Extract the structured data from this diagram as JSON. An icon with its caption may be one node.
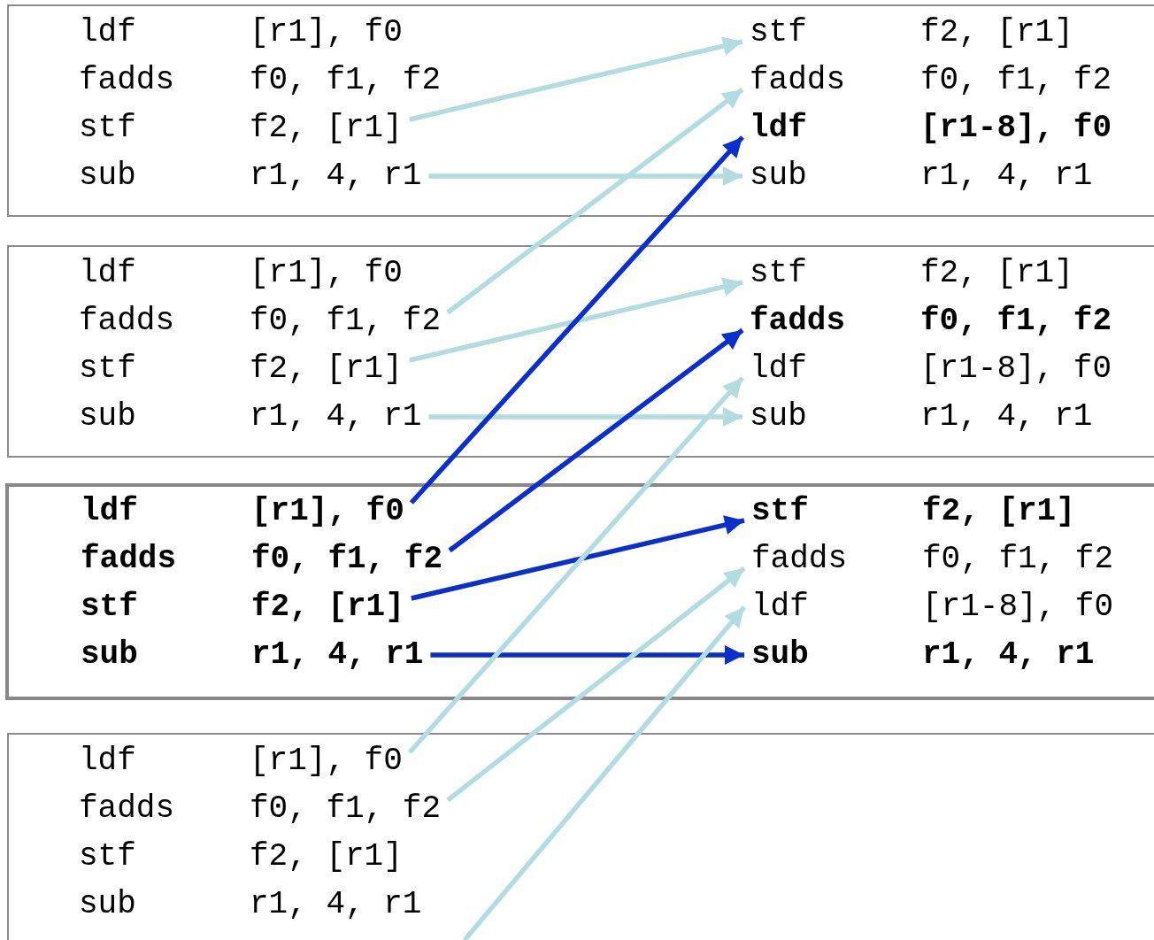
{
  "diagram": {
    "nodes": [
      {
        "text": [],
        "shape": "box"
      },
      {
        "text": [
          "ldf",
          "[r1], f0"
        ],
        "in": 0
      },
      {
        "text": [
          "stf",
          "f2, [r1]"
        ],
        "in": 0
      },
      {
        "text": [
          "fadds",
          "f0, f1, f2"
        ],
        "in": 0
      },
      {
        "text": [
          "fadds",
          "f0, f1, f2"
        ],
        "in": 0
      },
      {
        "text": [
          "stf",
          "f2, [r1]"
        ],
        "in": 0
      },
      {
        "text": [
          "ldf",
          "[r1-8], f0"
        ],
        "in": 0
      },
      {
        "text": [
          "sub",
          "r1, 4, r1"
        ],
        "in": 0
      },
      {
        "text": [
          "sub",
          "r1, 4, r1"
        ],
        "in": 0
      },
      {
        "text": [],
        "shape": "box"
      },
      {
        "text": [
          "ldf",
          "[r1], f0"
        ],
        "in": 9
      },
      {
        "text": [
          "stf",
          "f2, [r1]"
        ],
        "in": 9
      },
      {
        "text": [
          "fadds",
          "f0, f1, f2"
        ],
        "in": 9
      },
      {
        "text": [
          "fadds",
          "f0, f1, f2"
        ],
        "in": 9
      },
      {
        "text": [
          "stf",
          "f2, [r1]"
        ],
        "in": 9
      },
      {
        "text": [
          "ldf",
          "[r1-8], f0"
        ],
        "in": 9
      },
      {
        "text": [
          "sub",
          "r1, 4, r1"
        ],
        "in": 9
      },
      {
        "text": [
          "sub",
          "r1, 4, r1"
        ],
        "in": 9
      },
      {
        "text": [],
        "shape": "box"
      },
      {
        "text": [
          "ldf",
          "[r1], f0"
        ],
        "in": 18
      },
      {
        "text": [
          "stf",
          "f2, [r1]"
        ],
        "in": 18
      },
      {
        "text": [
          "fadds",
          "f0, f1, f2"
        ],
        "in": 18
      },
      {
        "text": [
          "fadds",
          "f0, f1, f2"
        ],
        "in": 18
      },
      {
        "text": [
          "stf",
          "f2, [r1]"
        ],
        "in": 18
      },
      {
        "text": [
          "ldf",
          "[r1-8], f0"
        ],
        "in": 18
      },
      {
        "text": [
          "sub",
          "r1, 4, r1"
        ],
        "in": 18
      },
      {
        "text": [
          "sub",
          "r1, 4, r1"
        ],
        "in": 18
      },
      {
        "text": [],
        "shape": "box"
      },
      {
        "text": [
          "ldf",
          "[r1], f0"
        ],
        "in": 27
      },
      {
        "text": [
          "fadds",
          "f0, f1, f2"
        ],
        "in": 27
      },
      {
        "text": [
          "stf",
          "f2, [r1]"
        ],
        "in": 27
      },
      {
        "text": [
          "sub",
          "r1, 4, r1"
        ],
        "in": 27
      }
    ],
    "edges": [
      {
        "from": 5,
        "to": 2,
        "arrow": "to"
      },
      {
        "from": 7,
        "to": 8,
        "arrow": "to"
      },
      {
        "from": 12,
        "to": 4,
        "arrow": "to"
      },
      {
        "from": 14,
        "to": 11,
        "arrow": "to"
      },
      {
        "from": 16,
        "to": 17,
        "arrow": "to"
      },
      {
        "from": 19,
        "to": 6,
        "arrow": "to",
        "color": "#0a2fcc"
      },
      {
        "from": 21,
        "to": 13,
        "arrow": "to",
        "color": "#0a2fcc"
      },
      {
        "from": 23,
        "to": 20,
        "arrow": "to",
        "color": "#0a2fcc"
      },
      {
        "from": 25,
        "to": 26,
        "arrow": "to",
        "color": "#0a2fcc"
      },
      {
        "from": 28,
        "to": 15,
        "arrow": "to"
      },
      {
        "from": 29,
        "to": 22,
        "arrow": "to"
      },
      {
        "from": 27,
        "to": 24,
        "arrow": "to"
      }
    ]
  }
}
